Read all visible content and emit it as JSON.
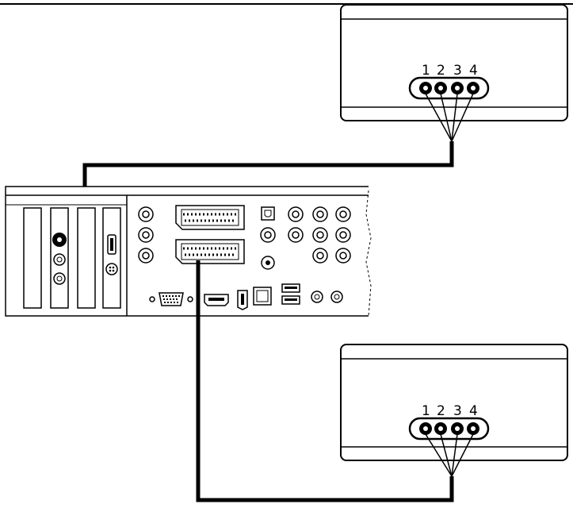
{
  "upper_device": {
    "port_labels": [
      "1",
      "2",
      "3",
      "4"
    ]
  },
  "lower_device": {
    "port_labels": [
      "1",
      "2",
      "3",
      "4"
    ]
  },
  "colors": {
    "line": "#000000",
    "device_fill": "#ffffff",
    "background": "#ffffff"
  }
}
